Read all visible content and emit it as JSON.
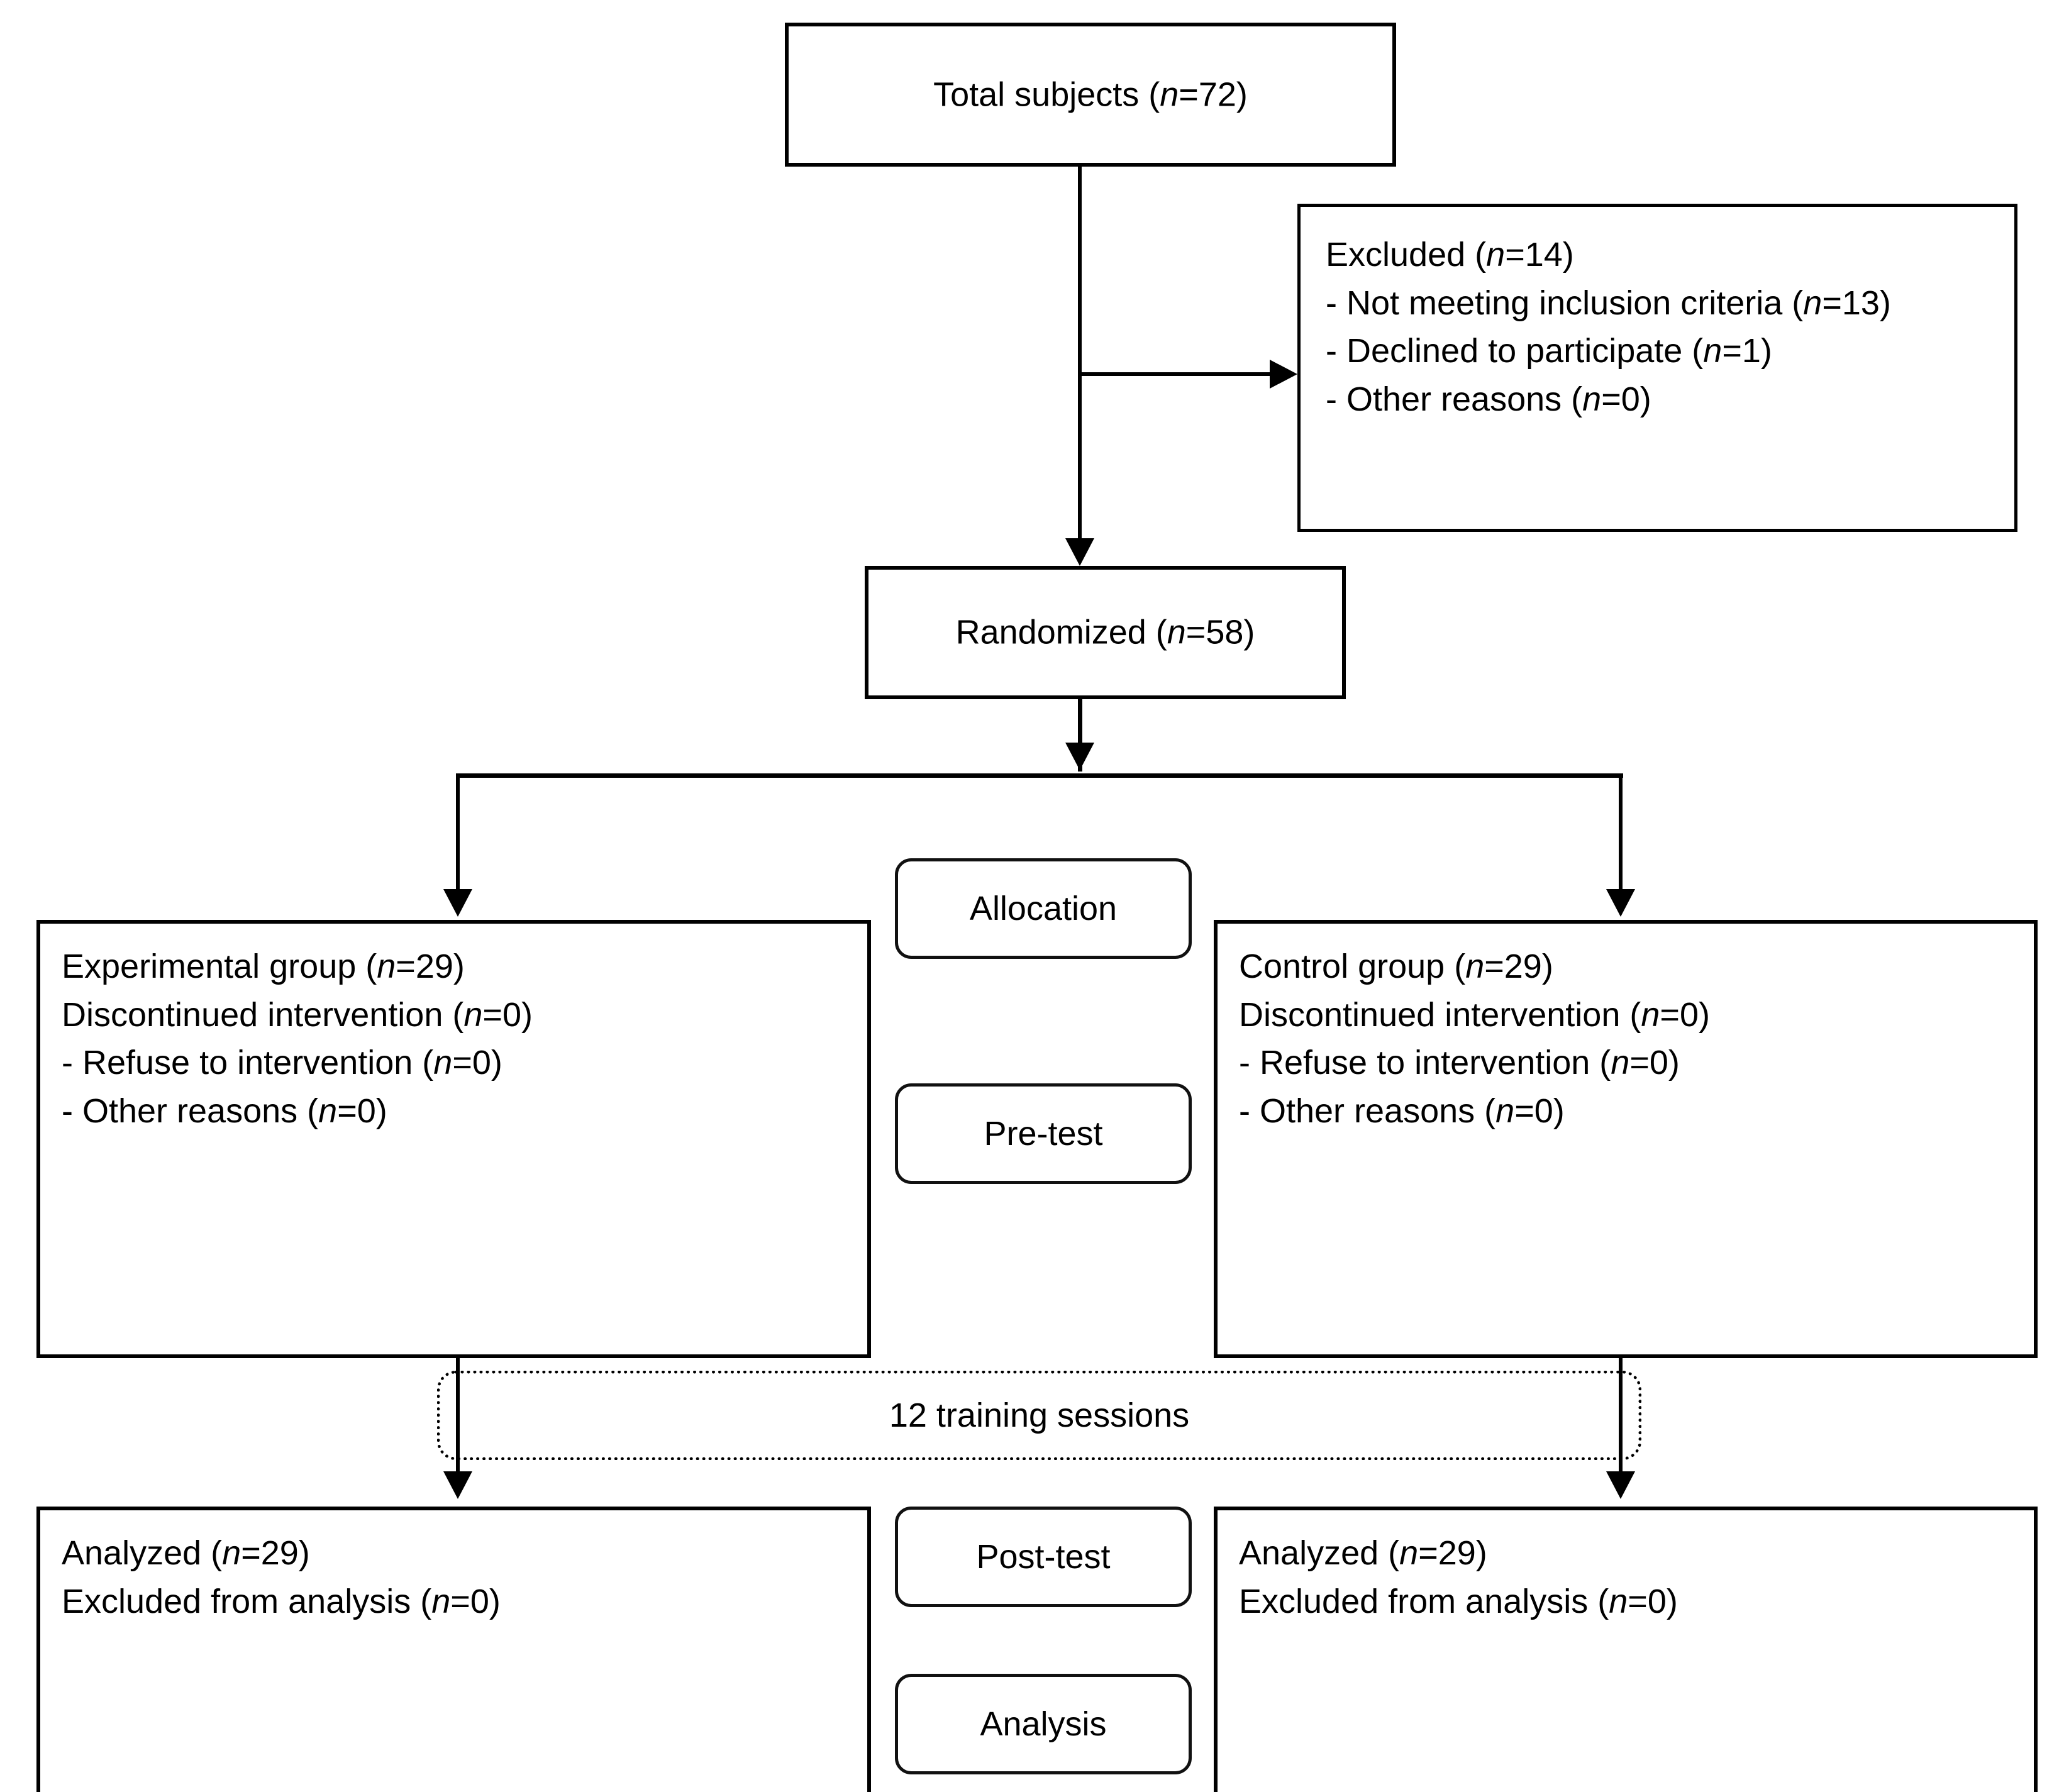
{
  "diagram": {
    "type": "consort-flow-diagram",
    "title": "CONSORT participant flow",
    "line_color": "#000000",
    "background_color": "#ffffff"
  },
  "nodes": {
    "total_subjects": {
      "label": "Total subjects (n=72)"
    },
    "excluded": {
      "lines": "Excluded (n=14)\n- Not meeting inclusion criteria (n=13)\n- Declined to participate (n=1)\n- Other reasons (n=0)"
    },
    "randomized": {
      "label": "Randomized (n=58)"
    },
    "experimental_group": {
      "lines": "Experimental group (n=29)\nDiscontinued intervention (n=0)\n- Refuse to intervention (n=0)\n- Other reasons (n=0)"
    },
    "control_group": {
      "lines": "Control group (n=29)\nDiscontinued intervention (n=0)\n- Refuse to intervention (n=0)\n- Other reasons (n=0)"
    },
    "analyzed_experimental": {
      "lines": "Analyzed (n=29)\nExcluded from analysis (n=0)"
    },
    "analyzed_control": {
      "lines": "Analyzed (n=29)\nExcluded from analysis (n=0)"
    }
  },
  "stage_labels": {
    "allocation": "Allocation",
    "pre_test": "Pre-test",
    "post_test": "Post-test",
    "analysis": "Analysis"
  },
  "bands": {
    "training": "12 training sessions"
  },
  "counts": {
    "total_subjects_n": 72,
    "excluded_n": 14,
    "excluded_not_meeting_inclusion_criteria_n": 13,
    "excluded_declined_to_participate_n": 1,
    "excluded_other_reasons_n": 0,
    "randomized_n": 58,
    "experimental_group_n": 29,
    "experimental_discontinued_n": 0,
    "experimental_refuse_n": 0,
    "experimental_other_n": 0,
    "control_group_n": 29,
    "control_discontinued_n": 0,
    "control_refuse_n": 0,
    "control_other_n": 0,
    "analyzed_experimental_n": 29,
    "analyzed_experimental_excluded_n": 0,
    "analyzed_control_n": 29,
    "analyzed_control_excluded_n": 0,
    "training_sessions": 12
  }
}
